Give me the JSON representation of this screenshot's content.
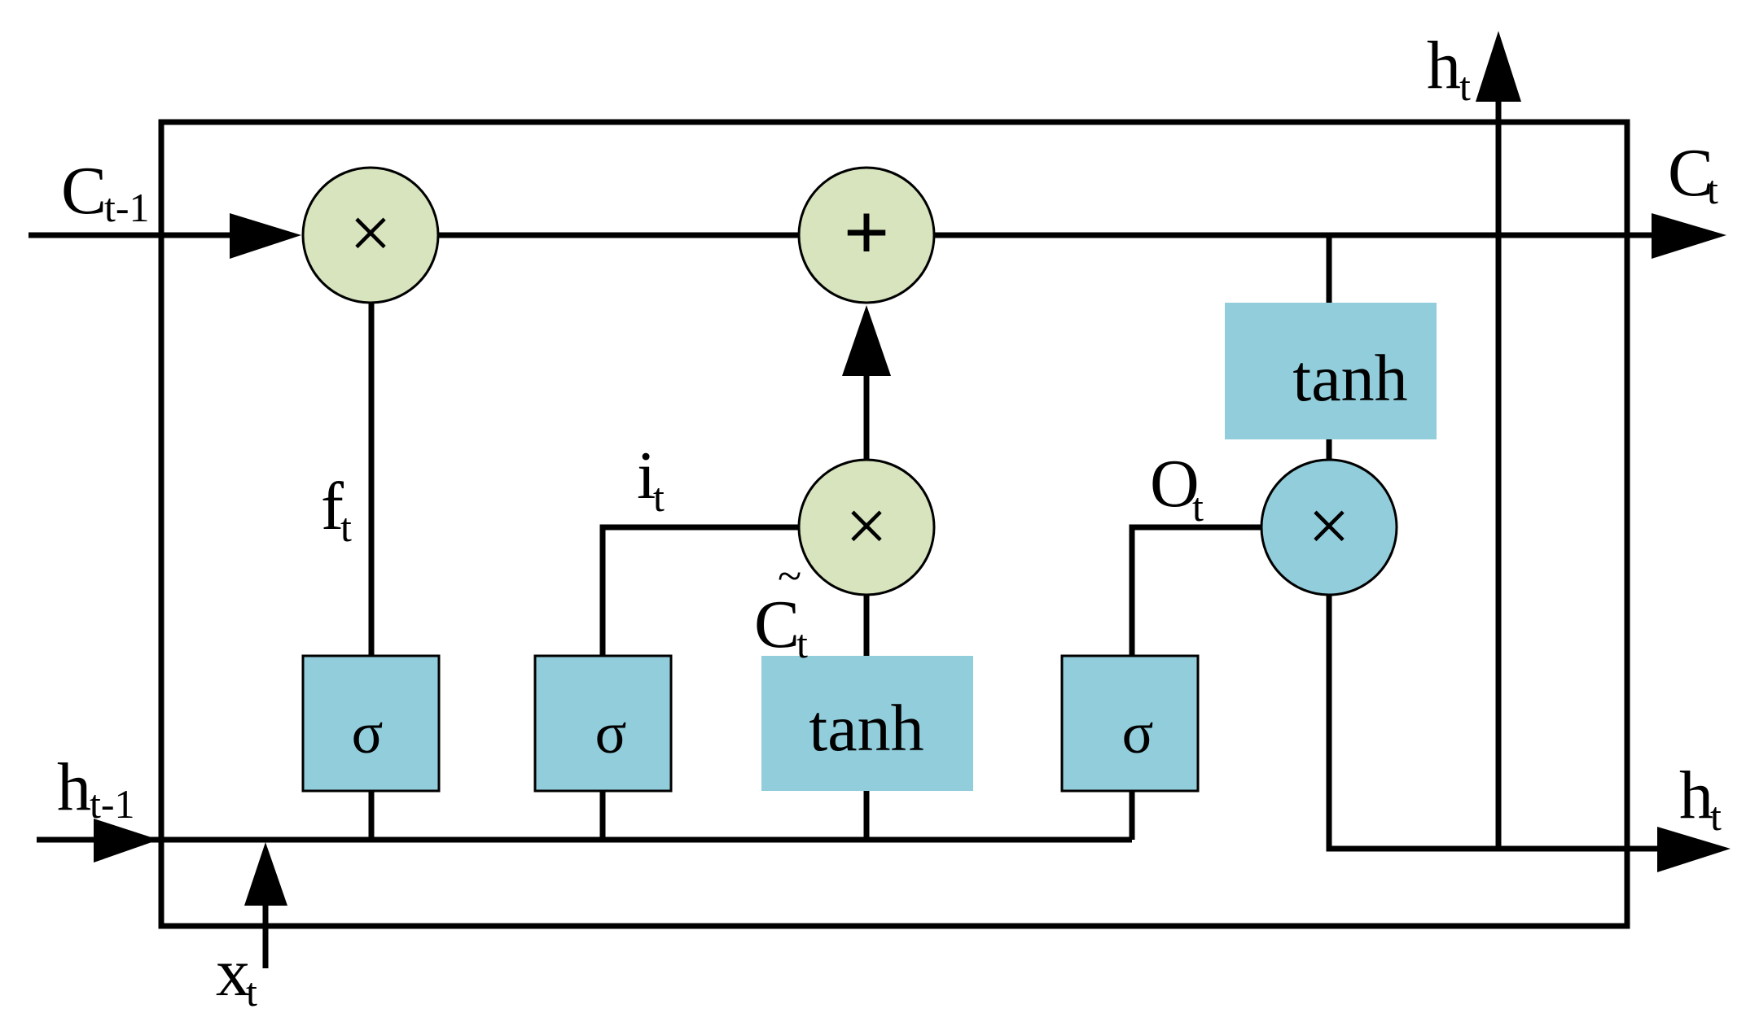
{
  "colors": {
    "gate_box": "#92cddc",
    "pointwise_green": "#d7e4bd",
    "pointwise_blue": "#92cddc",
    "line": "#000000"
  },
  "labels": {
    "c_prev": {
      "main": "C",
      "sub": "t-1"
    },
    "c_t": {
      "main": "C",
      "sub": "t"
    },
    "h_prev": {
      "main": "h",
      "sub": "t-1"
    },
    "h_t_top": {
      "main": "h",
      "sub": "t"
    },
    "h_t_right": {
      "main": "h",
      "sub": "t"
    },
    "x_t": {
      "main": "x",
      "sub": "t"
    },
    "f_t": {
      "main": "f",
      "sub": "t"
    },
    "i_t": {
      "main": "i",
      "sub": "t"
    },
    "o_t": {
      "main": "O",
      "sub": "t"
    },
    "c_tilde": {
      "main": "C",
      "sub": "t",
      "accent": "~"
    }
  },
  "blocks": {
    "forget_sigma": "σ",
    "input_sigma": "σ",
    "candidate_tanh": "tanh",
    "output_sigma": "σ",
    "cell_tanh": "tanh"
  },
  "operators": {
    "multiply": "×",
    "add": "+"
  }
}
